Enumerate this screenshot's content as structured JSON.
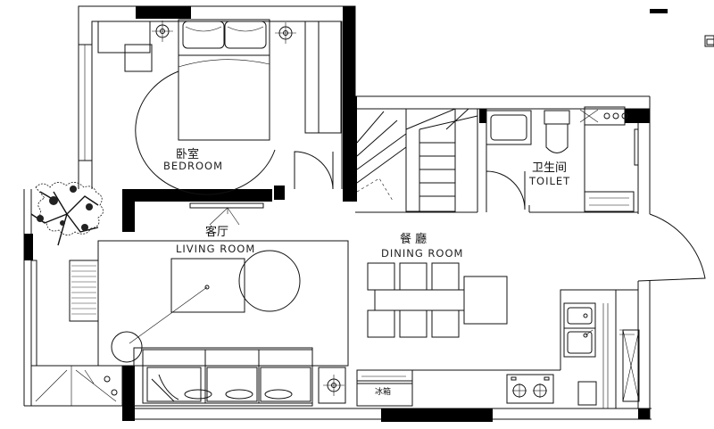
{
  "rooms": {
    "bedroom": {
      "cn": "卧室",
      "en": "BEDROOM"
    },
    "toilet": {
      "cn": "卫生间",
      "en": "TOILET"
    },
    "living": {
      "cn": "客厅",
      "en": "LIVING ROOM"
    },
    "dining": {
      "cn": "餐 廳",
      "en": "DINING ROOM"
    }
  },
  "fridge_label": "冰箱"
}
